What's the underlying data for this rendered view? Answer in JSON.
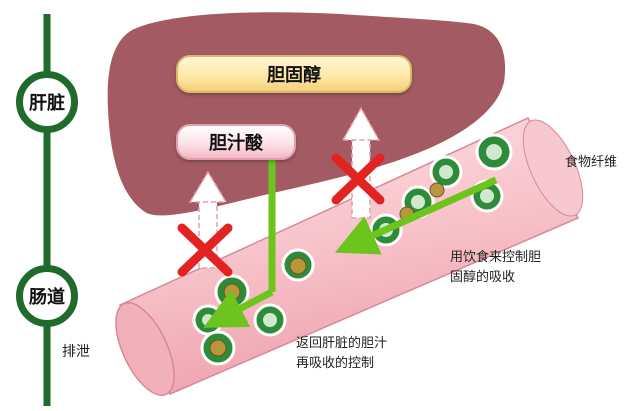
{
  "timeline": {
    "node1": "肝脏",
    "node2": "肠道",
    "bottom_label": "排泄"
  },
  "boxes": {
    "cholesterol": "胆固醇",
    "bile_acid": "胆汁酸"
  },
  "annotations": {
    "fiber": "食物纤维",
    "diet_control": "用饮食来控制胆\n固醇的吸收",
    "bile_control": "返回肝脏的胆汁\n再吸收的控制"
  },
  "colors": {
    "timeline_green": "#1f6b2b",
    "liver": "#a35a63",
    "intestine": "#f7c2c9",
    "arrow_green": "#6cc41d",
    "cross_red": "#e32222"
  }
}
